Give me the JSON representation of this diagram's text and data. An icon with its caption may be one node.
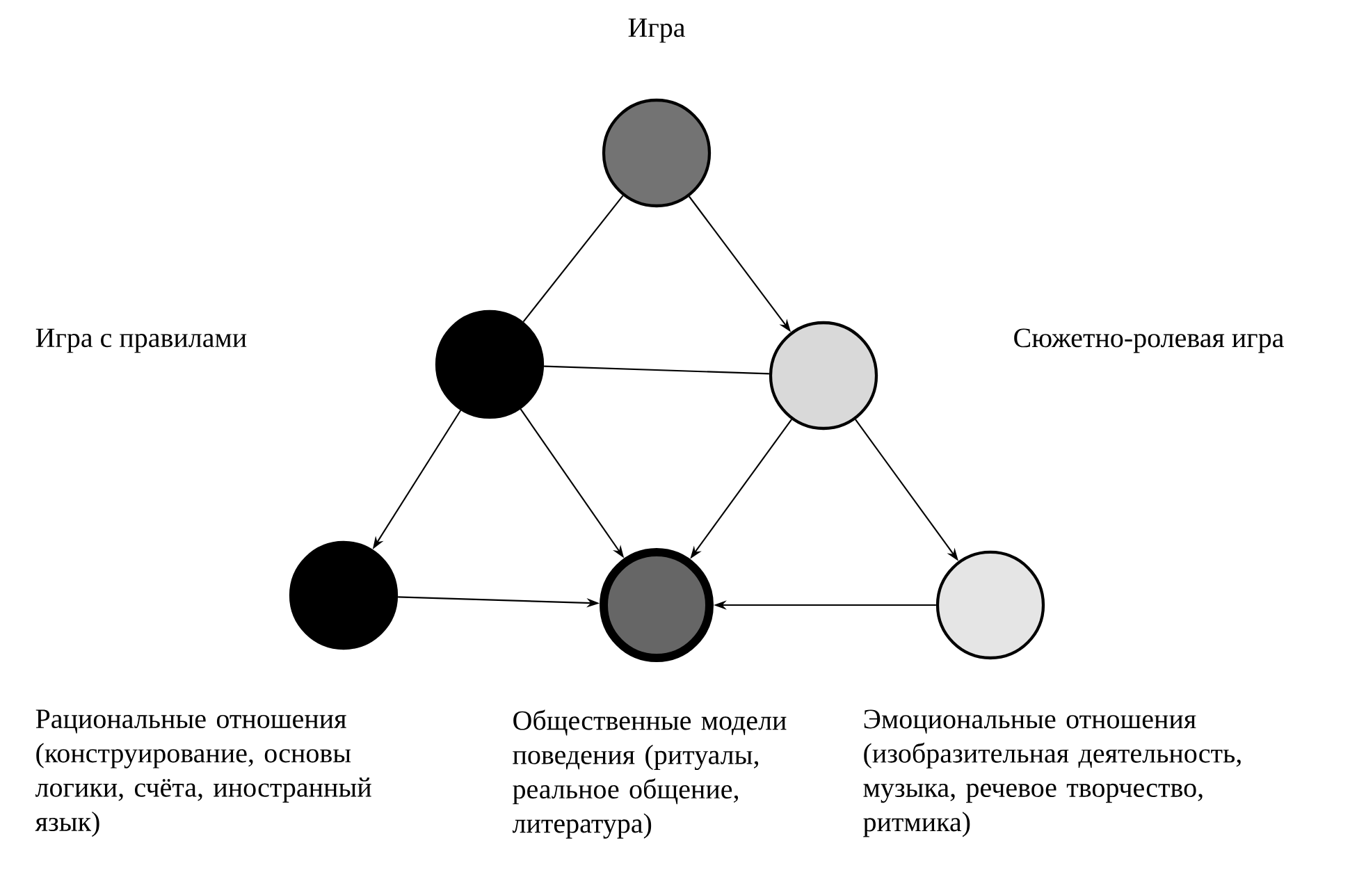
{
  "diagram": {
    "nodes": [
      {
        "text": [],
        "shape": "circle",
        "beside": [
          "Игра"
        ]
      },
      {
        "text": [],
        "shape": "circle"
      },
      {
        "text": [],
        "shape": "circle"
      },
      {
        "text": [],
        "shape": "circle",
        "beside": [
          "Рациональные отношения (конструирование, основы логики, счёта, иностранный язык)"
        ]
      },
      {
        "text": [],
        "shape": "circle",
        "beside": [
          "Общественные модели поведения (ритуалы, реальное общение, литература)"
        ]
      },
      {
        "text": [],
        "shape": "circle",
        "beside": [
          "Эмоциональные отношения (изобразительная деятельность, музыка, речевое творчество, ритмика)"
        ]
      }
    ],
    "edges": [
      {
        "from": 0,
        "to": 1,
        "arrow": "none"
      },
      {
        "from": 0,
        "to": 2,
        "arrow": "to"
      },
      {
        "from": 1,
        "to": 2,
        "arrow": "none"
      },
      {
        "from": 1,
        "to": 3,
        "arrow": "to"
      },
      {
        "from": 1,
        "to": 4,
        "arrow": "to"
      },
      {
        "from": 2,
        "to": 4,
        "arrow": "to"
      },
      {
        "from": 2,
        "to": 5,
        "arrow": "to"
      },
      {
        "from": 3,
        "to": 4,
        "arrow": "to"
      },
      {
        "from": 5,
        "to": 4,
        "arrow": "to"
      }
    ],
    "labels": [
      "Игра с правилами",
      "Сюжетно-ролевая игра"
    ]
  }
}
